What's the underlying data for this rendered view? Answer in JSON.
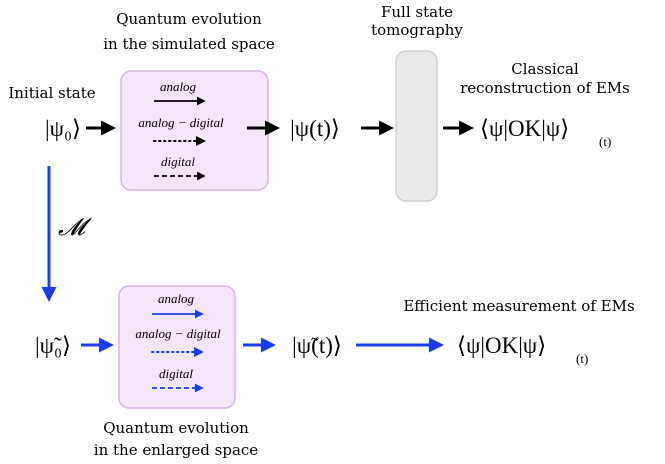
{
  "top": {
    "box_title_line1": "Quantum evolution",
    "box_title_line2": "in the simulated space",
    "tomography_line1": "Full state",
    "tomography_line2": "tomography",
    "initial_state_label": "Initial state",
    "classical_line1": "Classical",
    "classical_line2": "reconstruction of EMs",
    "initial_ket": "|ψ₀⟩",
    "evolved_ket": "|ψ(t)⟩",
    "expectation": "⟨ψ|OK|ψ⟩",
    "expectation_sub": "(t)",
    "modes": [
      "analog",
      "analog − digital",
      "digital"
    ]
  },
  "mapping": {
    "symbol": "𝓜"
  },
  "bottom": {
    "box_title_line1": "Quantum evolution",
    "box_title_line2": "in the enlarged space",
    "efficient_label": "Efficient measurement of EMs",
    "initial_ket": "|ψ̃₀⟩",
    "evolved_ket": "|ψ̃(t)⟩",
    "expectation": "⟨ψ|OK|ψ⟩",
    "expectation_sub": "(t)",
    "modes": [
      "analog",
      "analog − digital",
      "digital"
    ]
  },
  "colors": {
    "black": "#000000",
    "blue": "#1a3cf0",
    "box_fill": "#f2e6f7",
    "box_stroke": "#d7b4e6",
    "tomo_fill": "#e9e9e9",
    "tomo_stroke": "#c9c9c9"
  }
}
